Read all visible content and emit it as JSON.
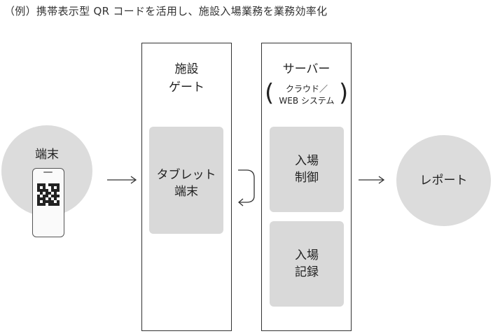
{
  "title": "（例）携帯表示型 QR コードを活用し、施設入場業務を業務効率化",
  "terminal": {
    "label": "端末"
  },
  "gate": {
    "line1": "施設",
    "line2": "ゲート"
  },
  "tablet": {
    "line1": "タブレット",
    "line2": "端末"
  },
  "server": {
    "title": "サーバー",
    "sub1": "クラウド／",
    "sub2": "WEB システム"
  },
  "entry_control": {
    "line1": "入場",
    "line2": "制御"
  },
  "entry_record": {
    "line1": "入場",
    "line2": "記録"
  },
  "report": {
    "label": "レポート"
  },
  "colors": {
    "shape_fill": "#d9d9d9",
    "line": "#333333"
  }
}
